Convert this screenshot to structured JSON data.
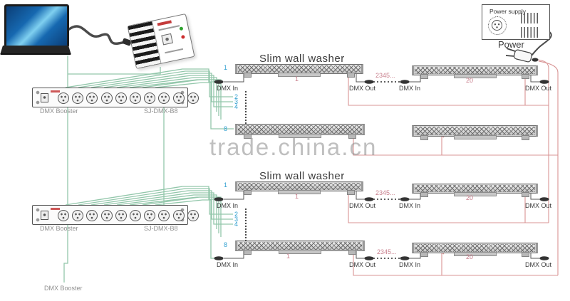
{
  "watermark": "trade.china.cn",
  "power_supply": {
    "label": "Power supply",
    "caption": "Power"
  },
  "booster": {
    "name": "DMX Booster",
    "model": "SJ-DMX-B8"
  },
  "bottom_booster_label": "DMX Booster",
  "groups": [
    {
      "title": "Slim wall washer",
      "row1": {
        "unit_index": "1",
        "bar1_number": "1",
        "bar2_number": "20",
        "between_label": "2345...",
        "in1": "DMX In",
        "out1": "DMX Out",
        "in2": "DMX In",
        "out2": "DMX Out"
      },
      "channels": [
        "2",
        "3",
        "4"
      ],
      "row2": {
        "unit_index": "8"
      }
    },
    {
      "title": "Slim wall washer",
      "row1": {
        "unit_index": "1",
        "bar1_number": "1",
        "bar2_number": "20",
        "between_label": "2345...",
        "in1": "DMX In",
        "out1": "DMX Out",
        "in2": "DMX In",
        "out2": "DMX Out"
      },
      "channels": [
        "2",
        "3",
        "4"
      ],
      "row2": {
        "unit_index": "8",
        "bar1_number": "1",
        "bar2_number": "20",
        "between_label": "2345...",
        "in1": "DMX In",
        "out1": "DMX Out",
        "in2": "DMX In",
        "out2": "DMX Out"
      }
    }
  ],
  "colors": {
    "dmx_wire_green": "#93c7ab",
    "power_wire_pink": "#d89494",
    "index_blue": "#2f9fd0",
    "number_pink": "#c9808e"
  }
}
